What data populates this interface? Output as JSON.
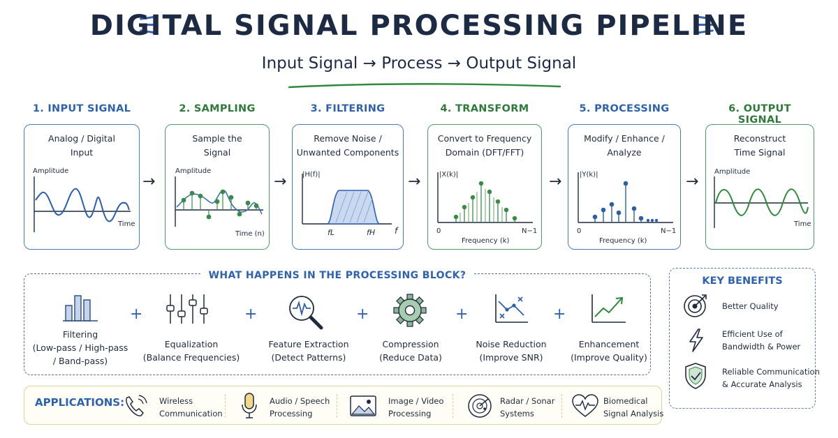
{
  "header": {
    "title": "DIGITAL SIGNAL PROCESSING PIPELINE",
    "subtitle": "Input Signal → Process → Output Signal"
  },
  "stages": [
    {
      "heading": "1. INPUT SIGNAL",
      "line1": "Analog / Digital",
      "line2": "Input",
      "ylabel": "Amplitude",
      "xlabel": "Time"
    },
    {
      "heading": "2. SAMPLING",
      "line1": "Sample the",
      "line2": "Signal",
      "ylabel": "Amplitude",
      "xlabel": "Time (n)"
    },
    {
      "heading": "3. FILTERING",
      "line1": "Remove Noise /",
      "line2": "Unwanted Components",
      "ylabel": "|H(f)|",
      "xlabel": "f",
      "fl": "fL",
      "fh": "fH"
    },
    {
      "heading": "4. TRANSFORM",
      "line1": "Convert to Frequency",
      "line2": "Domain (DFT/FFT)",
      "ylabel": "|X(k)|",
      "xlabel": "Frequency (k)",
      "x0": "0",
      "xn": "N−1"
    },
    {
      "heading": "5. PROCESSING",
      "line1": "Modify / Enhance /",
      "line2": "Analyze",
      "ylabel": "|Y(k)|",
      "xlabel": "Frequency (k)",
      "x0": "0",
      "xn": "N−1"
    },
    {
      "heading": "6. OUTPUT SIGNAL",
      "line1": "Reconstruct",
      "line2": "Time Signal",
      "ylabel": "Amplitude",
      "xlabel": "Time"
    }
  ],
  "processing_block": {
    "title": "WHAT HAPPENS IN THE PROCESSING BLOCK?",
    "items": [
      {
        "label": "Filtering",
        "detail1": "(Low-pass / High-pass",
        "detail2": "/ Band-pass)",
        "icon": "bar-chart-icon"
      },
      {
        "label": "Equalization",
        "detail1": "(Balance Frequencies)",
        "detail2": "",
        "icon": "equalizer-sliders-icon"
      },
      {
        "label": "Feature Extraction",
        "detail1": "(Detect Patterns)",
        "detail2": "",
        "icon": "magnifier-waveform-icon"
      },
      {
        "label": "Compression",
        "detail1": "(Reduce Data)",
        "detail2": "",
        "icon": "gear-icon"
      },
      {
        "label": "Noise Reduction",
        "detail1": "(Improve SNR)",
        "detail2": "",
        "icon": "scatter-trend-icon"
      },
      {
        "label": "Enhancement",
        "detail1": "(Improve Quality)",
        "detail2": "",
        "icon": "trend-up-icon"
      }
    ],
    "plus": "+"
  },
  "key_benefits": {
    "title": "KEY BENEFITS",
    "items": [
      {
        "line1": "Better Quality",
        "line2": "",
        "icon": "target-icon"
      },
      {
        "line1": "Efficient Use of",
        "line2": "Bandwidth & Power",
        "icon": "lightning-icon"
      },
      {
        "line1": "Reliable Communication",
        "line2": "& Accurate Analysis",
        "icon": "shield-check-icon"
      }
    ]
  },
  "applications": {
    "label": "APPLICATIONS:",
    "items": [
      {
        "line1": "Wireless",
        "line2": "Communication",
        "icon": "phone-wireless-icon"
      },
      {
        "line1": "Audio / Speech",
        "line2": "Processing",
        "icon": "microphone-icon"
      },
      {
        "line1": "Image / Video",
        "line2": "Processing",
        "icon": "image-icon"
      },
      {
        "line1": "Radar / Sonar",
        "line2": "Systems",
        "icon": "radar-icon"
      },
      {
        "line1": "Biomedical",
        "line2": "Signal Analysis",
        "icon": "heart-pulse-icon"
      }
    ]
  },
  "colors": {
    "blue": "#2f62ae",
    "green": "#2e7a3a",
    "ink": "#1f2a3c"
  },
  "arrow_glyph": "→"
}
